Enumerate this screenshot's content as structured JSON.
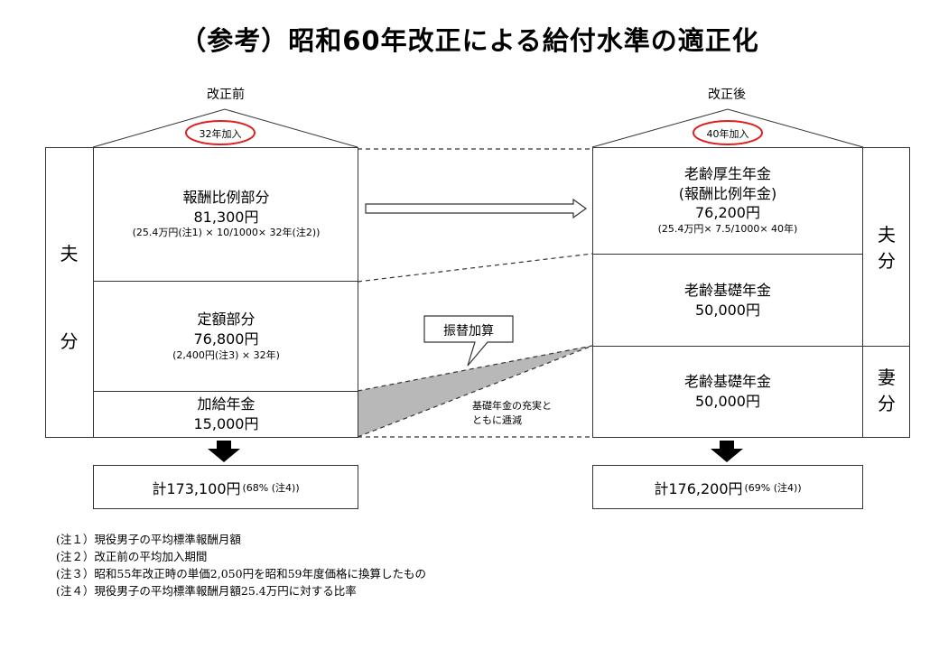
{
  "title": "（参考）昭和60年改正による給付水準の適正化",
  "left": {
    "header": "改正前",
    "roof_label": "32年加入",
    "side_label_top": "夫",
    "side_label_bottom": "分",
    "blocks": [
      {
        "title": "報酬比例部分",
        "amount": "81,300円",
        "formula": "(25.4万円(注1) × 10/1000× 32年(注2))"
      },
      {
        "title": "定額部分",
        "amount": "76,800円",
        "formula": "(2,400円(注3) × 32年)"
      },
      {
        "title": "加給年金",
        "amount": "15,000円",
        "formula": ""
      }
    ],
    "total": "計173,100円",
    "total_note": "(68% (注4))"
  },
  "right": {
    "header": "改正後",
    "roof_label": "40年加入",
    "blocks": [
      {
        "title": "老齢厚生年金",
        "subtitle": "(報酬比例年金)",
        "amount": "76,200円",
        "formula": "(25.4万円× 7.5/1000× 40年)"
      },
      {
        "title": "老齢基礎年金",
        "amount": "50,000円"
      },
      {
        "title": "老齢基礎年金",
        "amount": "50,000円"
      }
    ],
    "side_husband": [
      "夫",
      "分"
    ],
    "side_wife": [
      "妻",
      "分"
    ],
    "total": "計176,200円",
    "total_note": "(69% (注4))"
  },
  "callout": "振替加算",
  "reduction_note": [
    "基礎年金の充実と",
    "ともに逓減"
  ],
  "notes": [
    "(注１）現役男子の平均標準報酬月額",
    "(注２）改正前の平均加入期間",
    "(注３）昭和55年改正時の単価2,050円を昭和59年度価格に換算したもの",
    "(注４）現役男子の平均標準報酬月額25.4万円に対する比率"
  ],
  "colors": {
    "roof_circle": "#e02020",
    "line": "#333333",
    "shade": "#b8b8b8"
  }
}
